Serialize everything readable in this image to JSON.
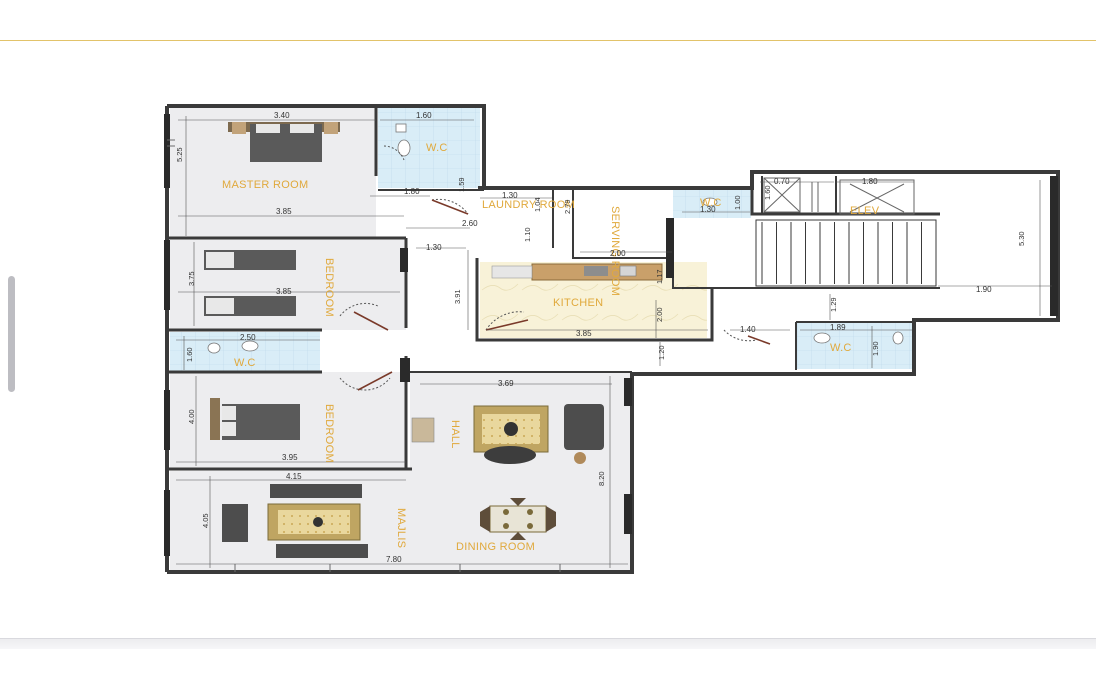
{
  "rooms": {
    "master_room": "MASTER ROOM",
    "wc_master": "W.C",
    "laundry_room": "LAUNDRY ROOM",
    "serving_room": "SERVING ROOM",
    "wc_small": "W.C",
    "elev": "ELEV",
    "bedroom_1": "BEDROOM",
    "kitchen": "KITCHEN",
    "wc_left": "W.C",
    "wc_right": "W.C",
    "bedroom_2": "BEDROOM",
    "hall": "HALL",
    "majlis": "MAJLIS",
    "dining_room": "DINING ROOM"
  },
  "dimensions": {
    "master_top": "3.40",
    "master_side": "5.25",
    "master_door": "1.80",
    "master_bottom": "3.85",
    "wc_master_top": "1.60",
    "wc_master_side": "1.59",
    "laundry_top": "1.30",
    "laundry_side": "1.04",
    "laundry_mid": "2.79",
    "corridor": "2.60",
    "corridor_side": "1.10",
    "corridor_130": "1.30",
    "serving_bottom": "2.00",
    "wc_small_bottom": "1.30",
    "wc_small_side": "1.00",
    "elev_left_w": "0.70",
    "elev_w": "1.80",
    "elev_side": "1.60",
    "stair_side": "5.30",
    "stair_bottom": "1.90",
    "bed1_side": "3.75",
    "bed1_bottom": "3.85",
    "passage_side": "3.91",
    "kitchen_bottom": "3.85",
    "kitchen_side": "2.00",
    "kitchen_top_side": "1.17",
    "corr_right": "1.40",
    "corr_right_side": "1.29",
    "corr_right_lower": "1.20",
    "wc_left_top": "2.50",
    "wc_left_side": "1.60",
    "wc_right_top": "1.89",
    "wc_right_side": "1.90",
    "bed2_side": "4.00",
    "bed2_bottom": "3.95",
    "hall_top": "3.69",
    "hall_side": "8.20",
    "majlis_top": "4.15",
    "majlis_side": "4.05",
    "total_bottom": "7.80"
  },
  "colors": {
    "wall": "#3a3a3a",
    "floor": "#eeeef0",
    "wet_floor": "#d6ebf6",
    "kitchen_floor": "#f7f1d6",
    "label": "#e0a93c",
    "door": "#7a3a2a",
    "rule": "#e2c36a"
  }
}
